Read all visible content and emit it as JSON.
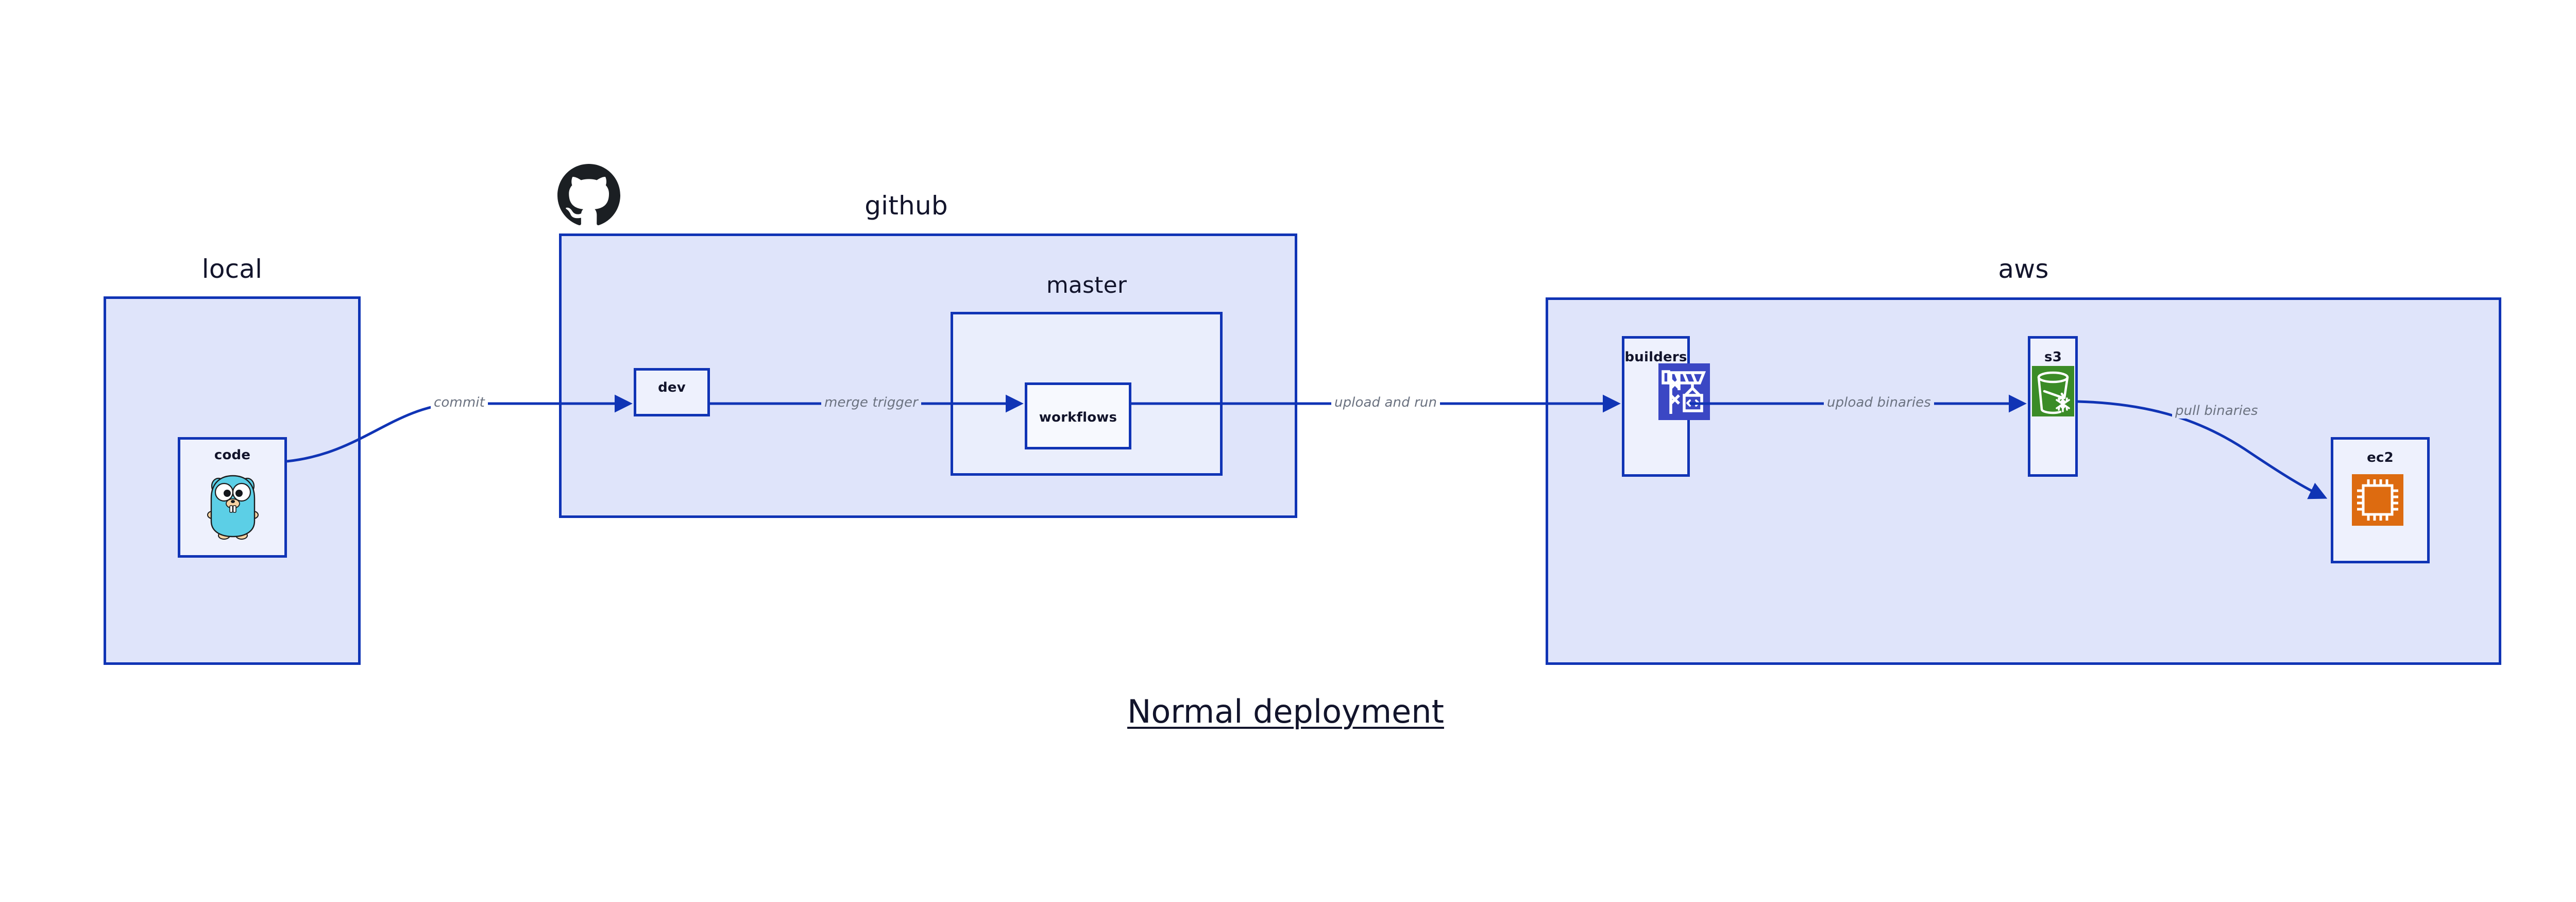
{
  "title": "Normal deployment",
  "colors": {
    "border": "#1034b5",
    "group_fill": "#dfe4fa",
    "sub_fill": "#eaeefc",
    "node_fill": "#eef1fd",
    "edge": "#1034b5",
    "edge_label": "#6b7280",
    "text": "#12142b",
    "builders_icon": "#3b47c4",
    "s3_icon": "#3b8c27",
    "ec2_icon": "#dd6b10",
    "gopher": "#5ccfe6",
    "github_logo": "#1b1f23"
  },
  "groups": {
    "local": {
      "label": "local"
    },
    "github": {
      "label": "github"
    },
    "master": {
      "label": "master"
    },
    "aws": {
      "label": "aws"
    }
  },
  "nodes": {
    "code": {
      "label": "code",
      "icon": "go-gopher-icon"
    },
    "dev": {
      "label": "dev"
    },
    "workflows": {
      "label": "workflows"
    },
    "builders": {
      "label": "builders",
      "icon": "aws-codebuild-crane-icon"
    },
    "s3": {
      "label": "s3",
      "icon": "aws-s3-bucket-icon"
    },
    "ec2": {
      "label": "ec2",
      "icon": "aws-ec2-chip-icon"
    }
  },
  "edges": [
    {
      "id": "commit",
      "label": "commit",
      "from": "code",
      "to": "dev"
    },
    {
      "id": "merge-trigger",
      "label": "merge trigger",
      "from": "dev",
      "to": "workflows"
    },
    {
      "id": "upload-and-run",
      "label": "upload and run",
      "from": "workflows",
      "to": "builders"
    },
    {
      "id": "upload-binaries",
      "label": "upload binaries",
      "from": "builders",
      "to": "s3"
    },
    {
      "id": "pull-binaries",
      "label": "pull binaries",
      "from": "s3",
      "to": "ec2"
    }
  ],
  "logos": {
    "github": "github-octocat-icon"
  }
}
